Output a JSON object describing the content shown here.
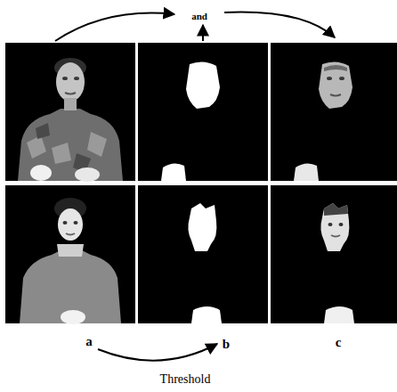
{
  "diagram": {
    "labels": [
      "and",
      "a",
      "b",
      "c",
      "Threshold"
    ]
  }
}
